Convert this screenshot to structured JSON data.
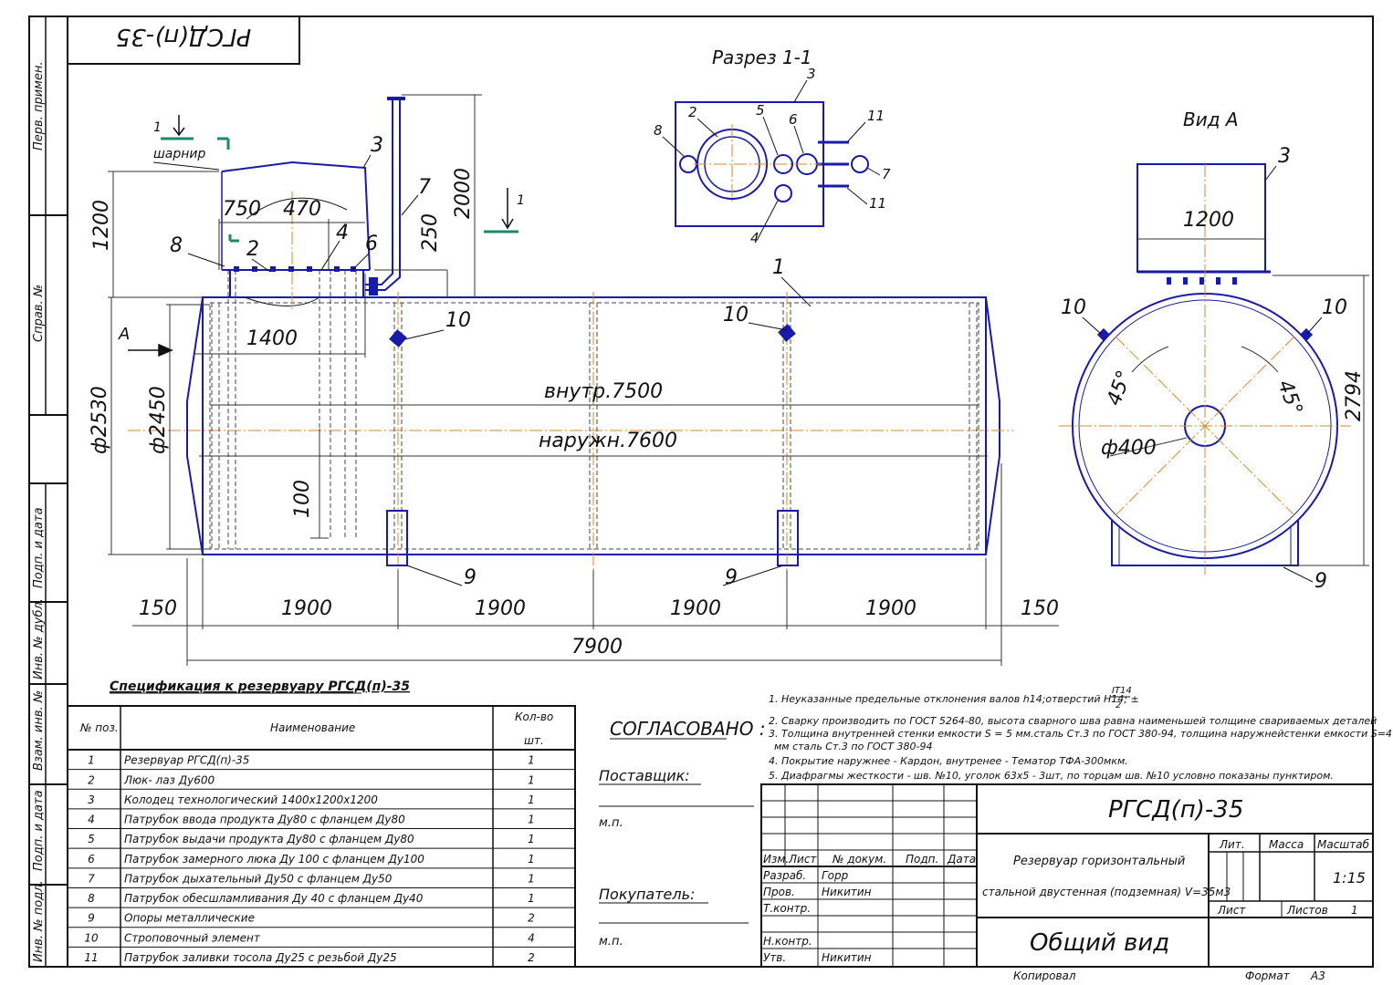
{
  "stamp_top": "РГСД(п)-35",
  "side_labels": [
    "Перв. примен.",
    "Справ. №",
    "Подп. и дата",
    "Инв. № дубл.",
    "Взам. инв. №",
    "Подп. и дата",
    "Инв. № подл."
  ],
  "views": {
    "section_title": "Разрез 1-1",
    "view_a_title": "Вид А",
    "arrow_a": "А",
    "section_mark": "1",
    "hinge_label": "шарнир"
  },
  "dimensions": {
    "d_750": "750",
    "d_470": "470",
    "d_1200_left": "1200",
    "d_250": "250",
    "d_2000": "2000",
    "d_1400": "1400",
    "d_phi2530": "ф2530",
    "d_phi2450": "ф2450",
    "d_100": "100",
    "d_inner": "внутр.7500",
    "d_outer": "наружн.7600",
    "d_150a": "150",
    "d_1900a": "1900",
    "d_1900b": "1900",
    "d_1900c": "1900",
    "d_1900d": "1900",
    "d_150b": "150",
    "d_7900": "7900",
    "d_1200_right": "1200",
    "d_2794": "2794",
    "d_phi400": "ф400",
    "d_45a": "45°",
    "d_45b": "45°"
  },
  "callouts": {
    "main": [
      "8",
      "2",
      "4",
      "6",
      "3",
      "7",
      "1",
      "10",
      "10",
      "9",
      "9"
    ],
    "section": [
      "8",
      "2",
      "5",
      "6",
      "3",
      "11",
      "7",
      "11",
      "4"
    ],
    "view_a": [
      "3",
      "10",
      "10",
      "9"
    ]
  },
  "spec": {
    "title": "Спецификация к резервуару РГСД(п)-35",
    "headers": [
      "№ поз.",
      "Наименование",
      "Кол-во",
      "шт."
    ],
    "rows": [
      [
        "1",
        "Резервуар РГСД(п)-35",
        "1"
      ],
      [
        "2",
        "Люк- лаз Ду600",
        "1"
      ],
      [
        "3",
        "Колодец технологический 1400х1200х1200",
        "1"
      ],
      [
        "4",
        "Патрубок ввода продукта Ду80 с фланцем Ду80",
        "1"
      ],
      [
        "5",
        "Патрубок выдачи продукта Ду80 с фланцем Ду80",
        "1"
      ],
      [
        "6",
        "Патрубок замерного люка Ду 100 с фланцем Ду100",
        "1"
      ],
      [
        "7",
        "Патрубок дыхательный Ду50 с фланцем Ду50",
        "1"
      ],
      [
        "8",
        "Патрубок обесшламливания Ду 40 с фланцем Ду40",
        "1"
      ],
      [
        "9",
        "Опоры металлические",
        "2"
      ],
      [
        "10",
        "Строповочный элемент",
        "4"
      ],
      [
        "11",
        "Патрубок заливки тосола Ду25 с резьбой Ду25",
        "2"
      ]
    ]
  },
  "approval": {
    "agreed": "СОГЛАСОВАНО :",
    "supplier": "Поставщик:",
    "mp1": "м.п.",
    "buyer": "Покупатель:",
    "mp2": "м.п."
  },
  "notes": [
    "1. Неуказанные предельные отклонения валов h14;отверстий H14; ±",
    "2. Сварку производить по ГОСТ 5264-80, высота сварного шва равна наименьшей толщине свариваемых деталей",
    "3. Толщина внутренней стенки емкости S = 5 мм.сталь Ст.3 по ГОСТ 380-94, толщина наружнейстенки емкости S=4",
    "мм сталь Ст.3 по ГОСТ 380-94",
    "4. Покрытие наружнее - Кардон, внутренее - Тематор ТФА-300мкм.",
    "5. Диафрагмы жесткости - шв. №10, уголок 63х5 - 3шт, по торцам шв. №10 условно показаны пунктиром."
  ],
  "note_fraction": {
    "num": "IT14",
    "den": "2"
  },
  "title_block": {
    "designation": "РГСД(п)-35",
    "name_line1": "Резервуар горизонтальный",
    "name_line2": "стальной двустенная (подземная) V=35м3",
    "doc_name": "Общий вид",
    "col_headers": [
      "Изм.",
      "Лист",
      "№ докум.",
      "Подп.",
      "Дата"
    ],
    "roles": [
      "Разраб.",
      "Пров.",
      "Т.контр.",
      "Н.контр.",
      "Утв."
    ],
    "names": [
      "Горр",
      "Никитин",
      "",
      "",
      "Никитин"
    ],
    "lit": "Лит.",
    "mass": "Масса",
    "scale_label": "Масштаб",
    "scale": "1:15",
    "sheet": "Лист",
    "sheets": "Листов",
    "sheets_count": "1",
    "copied": "Копировал",
    "format": "Формат",
    "format_value": "А3"
  }
}
